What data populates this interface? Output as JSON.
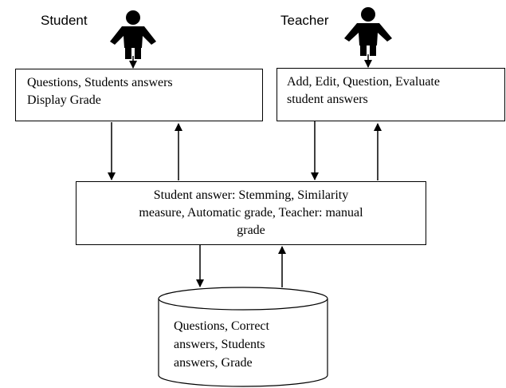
{
  "actors": {
    "student": "Student",
    "teacher": "Teacher"
  },
  "boxes": {
    "student_box": {
      "line1": "Questions, Students answers",
      "line2": "Display Grade"
    },
    "teacher_box": {
      "line1": "Add, Edit, Question,  Evaluate",
      "line2": "student answers"
    },
    "processing_box": {
      "line1": "Student answer: Stemming, Similarity",
      "line2": "measure, Automatic grade, Teacher: manual",
      "line3": "grade"
    }
  },
  "database": {
    "line1": "Questions, Correct",
    "line2": "answers, Students",
    "line3": "answers, Grade"
  },
  "icons": {
    "actor": "person-icon"
  }
}
